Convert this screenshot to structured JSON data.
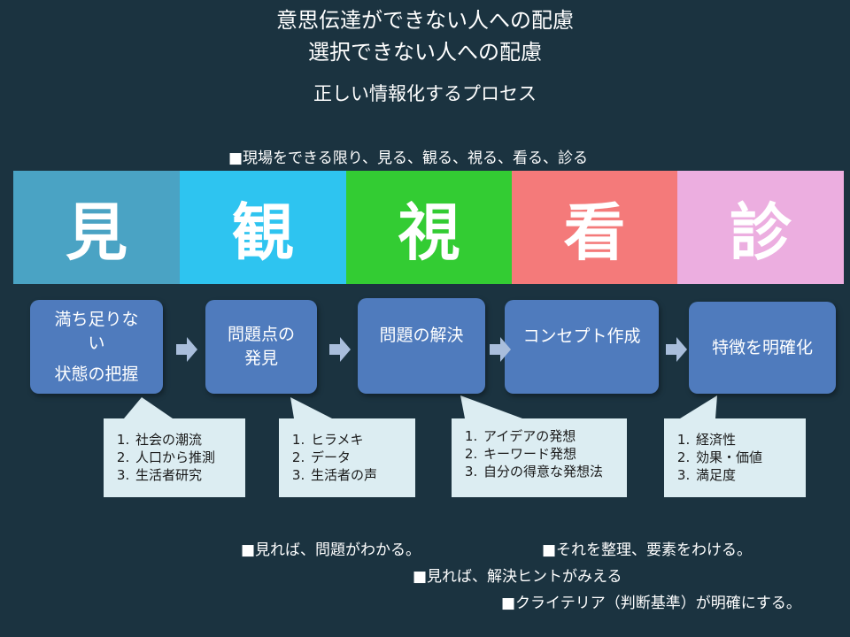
{
  "header": {
    "line1": "意思伝達ができない人への配慮",
    "line2": "選択できない人への配慮",
    "line3": "正しい情報化するプロセス"
  },
  "top_note": "■現場をできる限り、見る、観る、視る、看る、診る",
  "bands": [
    {
      "char": "見",
      "color": "#4aa3c4"
    },
    {
      "char": "観",
      "color": "#2ec4f0"
    },
    {
      "char": "視",
      "color": "#33cc33"
    },
    {
      "char": "看",
      "color": "#f47a7a"
    },
    {
      "char": "診",
      "color": "#ecaee0"
    }
  ],
  "steps": [
    {
      "line1": "満ち足りな",
      "line2": "い",
      "line3": "状態の把握"
    },
    {
      "line1": "問題点の",
      "line2": "発見"
    },
    {
      "line1": "問題の解決"
    },
    {
      "line1": "コンセプト作成"
    },
    {
      "line1": "特徴を明確化"
    }
  ],
  "callouts": [
    {
      "items": [
        "社会の潮流",
        "人口から推測",
        "生活者研究"
      ]
    },
    {
      "items": [
        "ヒラメキ",
        "データ",
        "生活者の声"
      ]
    },
    {
      "items": [
        "アイデアの発想",
        "キーワード発想",
        "自分の得意な発想法"
      ]
    },
    {
      "items": [
        "経済性",
        "効果・価値",
        "満足度"
      ]
    }
  ],
  "bottom_notes": {
    "n1": "■見れば、問題がわかる。",
    "n2": "■それを整理、要素をわける。",
    "n3": "■見れば、解決ヒントがみえる",
    "n4": "■クライテリア（判断基準）が明確にする。"
  },
  "colors": {
    "background": "#1b3340",
    "step_box": "#4f7bbd",
    "arrow": "#a9bedc",
    "callout_bg": "#dcedf2"
  }
}
